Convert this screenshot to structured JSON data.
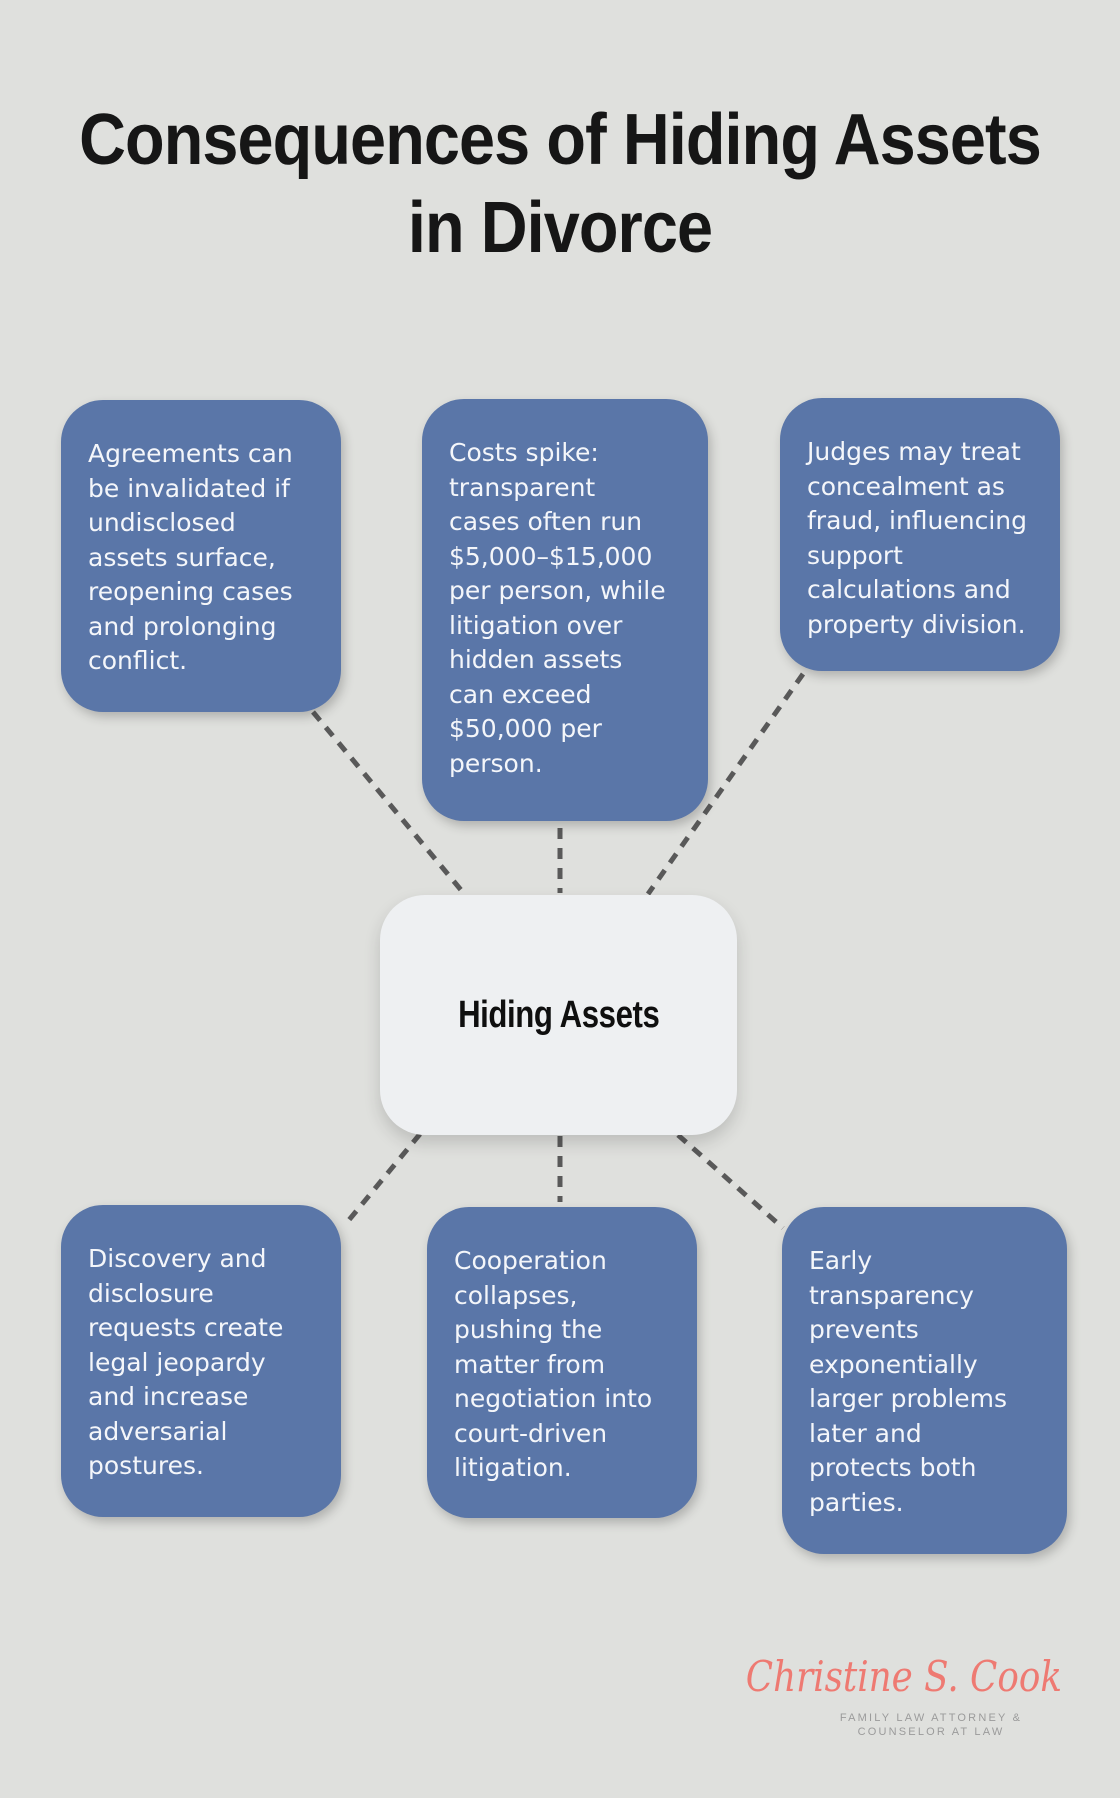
{
  "title": {
    "line1": "Consequences of Hiding Assets",
    "line2": "in Divorce"
  },
  "center_node": {
    "label": "Hiding Assets"
  },
  "consequence_nodes": [
    {
      "position": "top-left",
      "text": "Agreements can\nbe invalidated if\nundisclosed\nassets surface,\nreopening cases\nand prolonging\nconflict."
    },
    {
      "position": "top-middle",
      "text": "Costs spike:\ntransparent\ncases often run\n$5,000–$15,000\nper person, while\nlitigation over\nhidden assets\ncan exceed\n$50,000 per\nperson."
    },
    {
      "position": "top-right",
      "text": "Judges may treat\nconcealment as\nfraud, influencing\nsupport\ncalculations and\nproperty division."
    },
    {
      "position": "bottom-left",
      "text": "Discovery and\ndisclosure\nrequests create\nlegal jeopardy\nand increase\nadversarial\npostures."
    },
    {
      "position": "bottom-middle",
      "text": "Cooperation\ncollapses,\npushing the\nmatter from\nnegotiation into\ncourt-driven\nlitigation."
    },
    {
      "position": "bottom-right",
      "text": "Early\ntransparency\nprevents\nexponentially\nlarger problems\nlater and\nprotects both\nparties."
    }
  ],
  "footer": {
    "signature": "Christine S. Cook",
    "tagline": "FAMILY LAW ATTORNEY &\nCOUNSELOR AT LAW"
  },
  "colors": {
    "background": "#dfe0dd",
    "node_fill": "#5a76a8",
    "node_text": "#f4f6fa",
    "center_fill": "#eef0f2",
    "title_text": "#161616",
    "connector": "#595959",
    "signature": "#ee7a72",
    "tagline": "#9b9b9b"
  }
}
